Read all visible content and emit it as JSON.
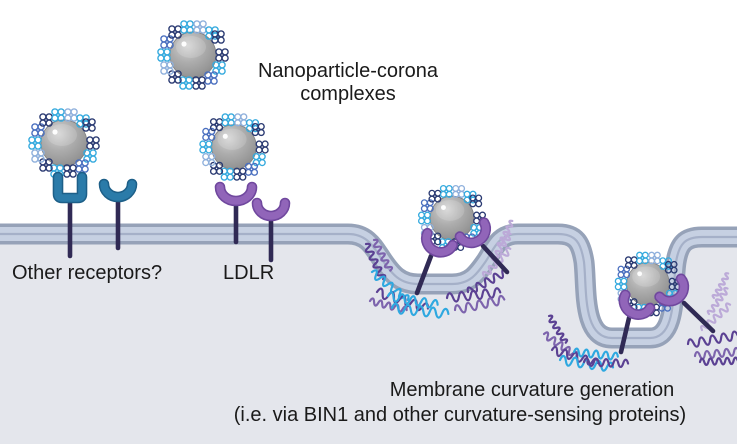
{
  "figure": {
    "type": "scientific-illustration",
    "topic": "Nanoparticle-corona complex uptake at the cell membrane"
  },
  "labels": {
    "nanoparticle_corona_complexes": "Nanoparticle-corona\ncomplexes",
    "other_receptors": "Other receptors?",
    "ldlr": "LDLR",
    "caption_line1": "Membrane curvature generation",
    "caption_line2": "(i.e. via BIN1 and other curvature-sensing proteins)"
  },
  "scene": {
    "icons": [
      {
        "name": "nanoparticle-corona-complex-icon",
        "count": 5
      },
      {
        "name": "other-receptor-u-icon",
        "count": 1
      },
      {
        "name": "other-receptor-cup-icon",
        "count": 1
      },
      {
        "name": "ldlr-receptor-cup-icon",
        "count": 6
      },
      {
        "name": "curvature-sensing-protein-squiggle-icon",
        "count": 24
      },
      {
        "name": "cell-membrane-bilayer",
        "pits": 2
      }
    ]
  },
  "colors": {
    "background": "#ffffff",
    "cytoplasm": "#e4e6ec",
    "membrane_edge": "#96a2b8",
    "membrane_fill": "#c6d0e2",
    "membrane_midline": "#a5b0c8",
    "nanoparticle_gray": "#a8a8a8",
    "corona_cyan": "#35aade",
    "corona_blue": "#4a6fbf",
    "corona_navy": "#2a3a72",
    "corona_pale_blue": "#8fb0dc",
    "receptor_teal": "#2b7ba9",
    "receptor_teal_outline": "#1d5f88",
    "ldlr_purple": "#9165b9",
    "ldlr_purple_outline": "#70489e",
    "stem_indigo": "#302a55",
    "squiggle_cyan": "#2ea8e0",
    "squiggle_purple": "#5b4193",
    "squiggle_violet": "#7d64ad",
    "squiggle_lavender": "#bcaad8",
    "text": "#1a1a1a"
  }
}
